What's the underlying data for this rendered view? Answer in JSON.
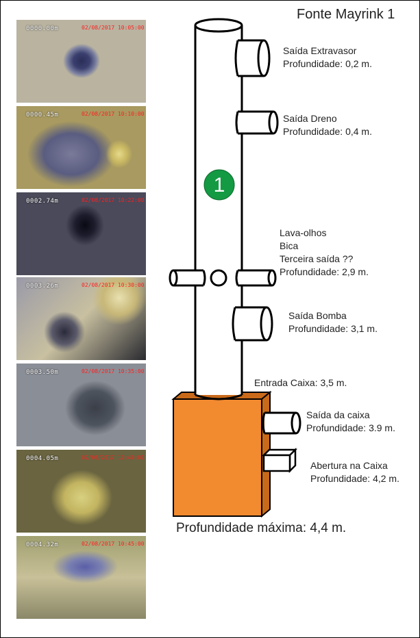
{
  "title": "Fonte Mayrink 1",
  "camera_frames": [
    {
      "depth": "0000.00m",
      "stamp": "02/08/2017 10:05:00"
    },
    {
      "depth": "0000.45m",
      "stamp": "02/08/2017 10:10:00"
    },
    {
      "depth": "0002.74m",
      "stamp": "02/08/2017 10:22:00"
    },
    {
      "depth": "0003.26m",
      "stamp": "02/08/2017 10:30:00"
    },
    {
      "depth": "0003.50m",
      "stamp": "02/08/2017 10:35:00"
    },
    {
      "depth": "0004.05m",
      "stamp": "02/08/2017 10:40:00"
    },
    {
      "depth": "0004.32m",
      "stamp": "02/08/2017 10:45:00"
    }
  ],
  "badge": "1",
  "labels": {
    "extravasor": {
      "line1": "Saída Extravasor",
      "line2": "Profundidade: 0,2 m."
    },
    "dreno": {
      "line1": "Saída Dreno",
      "line2": "Profundidade: 0,4 m."
    },
    "lava": {
      "line1": "Lava-olhos",
      "line2": "Bica",
      "line3": "Terceira saída ??",
      "line4": "Profundidade: 2,9 m."
    },
    "bomba": {
      "line1": "Saída Bomba",
      "line2": "Profundidade: 3,1 m."
    },
    "entrada": "Entrada Caixa: 3,5 m.",
    "saida_caixa": {
      "line1": "Saída da caixa",
      "line2": "Profundidade: 3.9 m."
    },
    "abertura": {
      "line1": "Abertura na Caixa",
      "line2": "Profundidade: 4,2 m."
    },
    "maxima": "Profundidade máxima: 4,4 m."
  },
  "colors": {
    "box": "#f28a30",
    "box_side": "#c96a1a",
    "badge": "#139a43"
  }
}
